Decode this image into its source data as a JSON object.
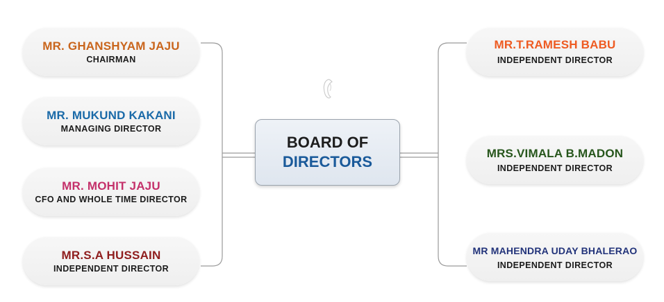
{
  "center": {
    "line1": "BOARD OF",
    "line2": "DIRECTORS"
  },
  "left_directors": [
    {
      "name": "MR. GHANSHYAM JAJU",
      "role": "CHAIRMAN",
      "color": "#c9651c"
    },
    {
      "name": "MR. MUKUND KAKANI",
      "role": "MANAGING DIRECTOR",
      "color": "#1a6aa8"
    },
    {
      "name": "MR. MOHIT JAJU",
      "role": "CFO AND WHOLE TIME DIRECTOR",
      "color": "#c4306a"
    },
    {
      "name": "MR.S.A HUSSAIN",
      "role": "INDEPENDENT DIRECTOR",
      "color": "#8f1d1d"
    }
  ],
  "right_directors": [
    {
      "name": "MR.T.RAMESH BABU",
      "role": "INDEPENDENT DIRECTOR",
      "color": "#ee5b22"
    },
    {
      "name": "MRS.VIMALA B.MADON",
      "role": "INDEPENDENT DIRECTOR",
      "color": "#27561c"
    },
    {
      "name": "MR MAHENDRA UDAY BHALERAO",
      "role": "INDEPENDENT DIRECTOR",
      "color": "#22337a"
    }
  ]
}
